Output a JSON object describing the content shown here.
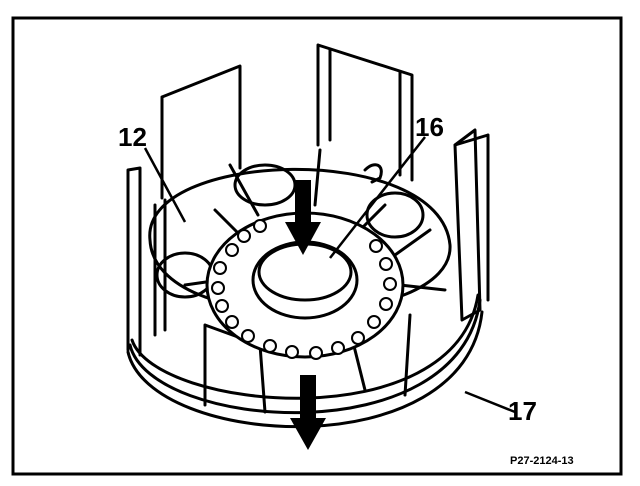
{
  "figure": {
    "reference_code": "P27-2124-13",
    "callouts": [
      {
        "id": "label_12",
        "text": "12"
      },
      {
        "id": "label_16",
        "text": "16"
      },
      {
        "id": "label_17",
        "text": "17"
      }
    ],
    "arrows": [
      "downward-arrow-top",
      "downward-arrow-bottom"
    ]
  }
}
